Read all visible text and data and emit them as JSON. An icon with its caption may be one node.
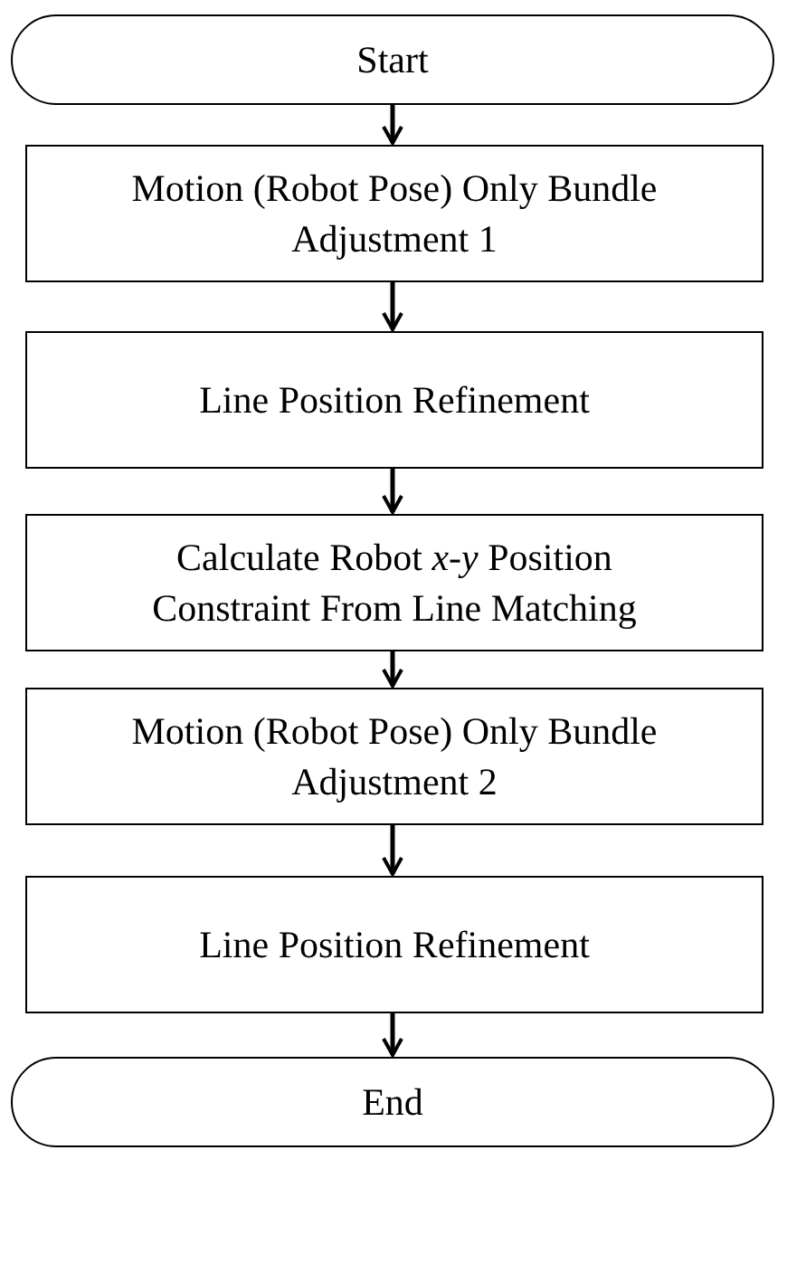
{
  "diagram": {
    "nodes": [
      {
        "text": [
          "Start"
        ]
      },
      {
        "text": [
          "Motion (Robot Pose) Only Bundle Adjustment 1"
        ]
      },
      {
        "text": [
          "Line Position Refinement"
        ]
      },
      {
        "text": [
          "Calculate Robot *x-y* Position Constraint From Line Matching"
        ]
      },
      {
        "text": [
          "Motion (Robot Pose) Only Bundle Adjustment 2"
        ]
      },
      {
        "text": [
          "Line Position Refinement"
        ]
      },
      {
        "text": [
          "End"
        ]
      }
    ],
    "edges": [
      {
        "from": 0,
        "to": 1,
        "arrow": "to"
      },
      {
        "from": 1,
        "to": 2,
        "arrow": "to"
      },
      {
        "from": 2,
        "to": 3,
        "arrow": "to"
      },
      {
        "from": 3,
        "to": 4,
        "arrow": "to"
      },
      {
        "from": 4,
        "to": 5,
        "arrow": "to"
      },
      {
        "from": 5,
        "to": 6,
        "arrow": "to"
      }
    ]
  }
}
